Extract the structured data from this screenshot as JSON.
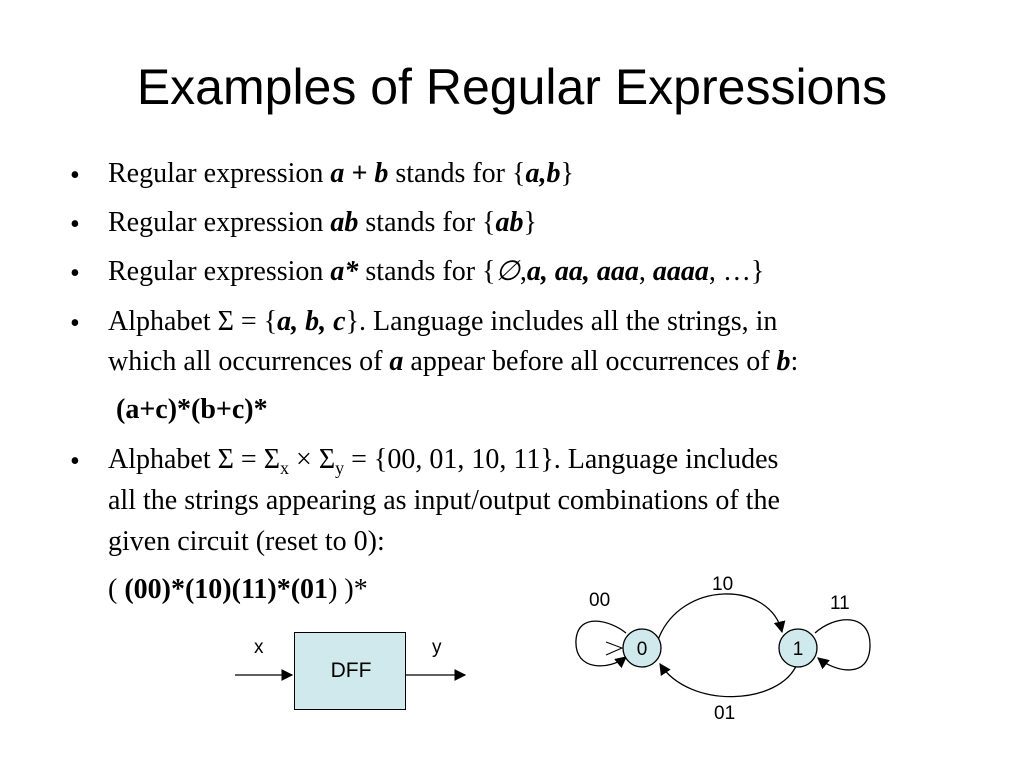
{
  "title": "Examples of Regular Expressions",
  "bullets": {
    "b1": {
      "pre": "Regular expression ",
      "expr": "a + b",
      "mid": " stands for {",
      "set": "a,b",
      "post": "}"
    },
    "b2": {
      "pre": "Regular expression ",
      "expr": "ab",
      "mid": " stands for {",
      "set": "ab",
      "post": "}"
    },
    "b3": {
      "pre": "Regular expression ",
      "expr": "a*",
      "mid": " stands for {",
      "empty": "∅",
      "comma": ",",
      "set1": "a, aa, aaa",
      "sep": ", ",
      "set2": "aaaa",
      "post": ", …}"
    },
    "b4": {
      "line1_pre": "Alphabet Σ = {",
      "line1_set": "a, b, c",
      "line1_post": "}. Language includes all the strings, in",
      "line2_pre": "which all occurrences of ",
      "line2_a": "a",
      "line2_mid": " appear before all occurrences of ",
      "line2_b": "b",
      "line2_post": ":",
      "expr": "(a+c)*(b+c)*"
    },
    "b5": {
      "line1_pre": "Alphabet Σ = Σ",
      "sub_x": "x",
      "times": " × Σ",
      "sub_y": "y",
      "line1_post": "  = {00, 01, 10, 11}. Language includes",
      "line2": "all the strings appearing as input/output combinations of the",
      "line3": "given circuit (reset to 0):",
      "expr_open": "( ",
      "expr_bold": "(00)*(10)(11)*(01",
      "expr_close": ") )*"
    }
  },
  "circuit": {
    "label": "DFF",
    "input": "x",
    "output": "y",
    "fill": "#cfe9ec"
  },
  "fsm": {
    "states": [
      "0",
      "1"
    ],
    "state_fill": "#cfe9ec",
    "transitions": {
      "self0": "00",
      "top": "10",
      "self1": "11",
      "bottom": "01"
    }
  }
}
